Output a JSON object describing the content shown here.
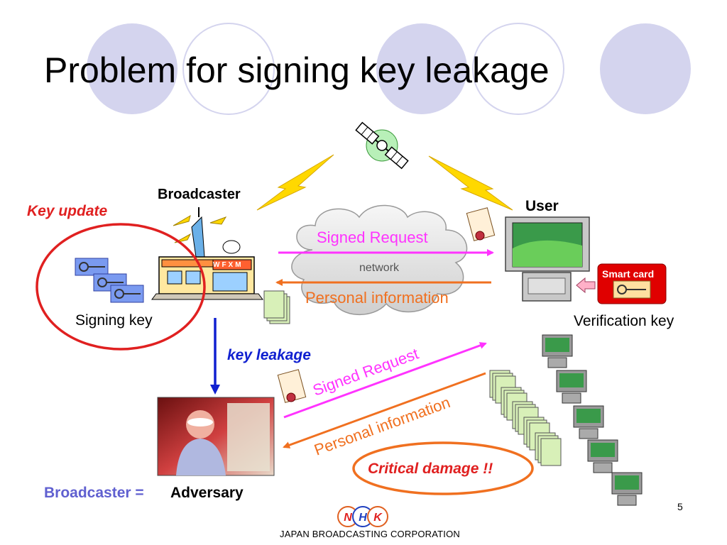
{
  "slide": {
    "title": "Problem for signing key leakage",
    "page_number": "5"
  },
  "broadcaster": {
    "label": "Broadcaster",
    "sign_text": "WFXM",
    "signing_key_label": "Signing key",
    "key_update_label": "Key update"
  },
  "user": {
    "label": "User",
    "smart_card_label": "Smart card",
    "verification_key_label": "Verification key"
  },
  "network": {
    "label": "network",
    "signed_request": "Signed Request",
    "personal_information": "Personal information"
  },
  "leak": {
    "label": "key leakage",
    "signed_request": "Signed Request",
    "personal_information": "Personal information",
    "critical_damage": "Critical damage !!"
  },
  "adversary": {
    "prefix": "Broadcaster =",
    "label": "Adversary"
  },
  "logo": {
    "letters": [
      "N",
      "H",
      "K"
    ],
    "company": "JAPAN BROADCASTING CORPORATION"
  },
  "colors": {
    "circle_fill": "#d4d4ee",
    "red_accent": "#e02020",
    "magenta_arrow": "#ff33ff",
    "orange_arrow": "#f07020",
    "blue_arrow": "#1020d0",
    "adversary_blue": "#6060d0"
  }
}
